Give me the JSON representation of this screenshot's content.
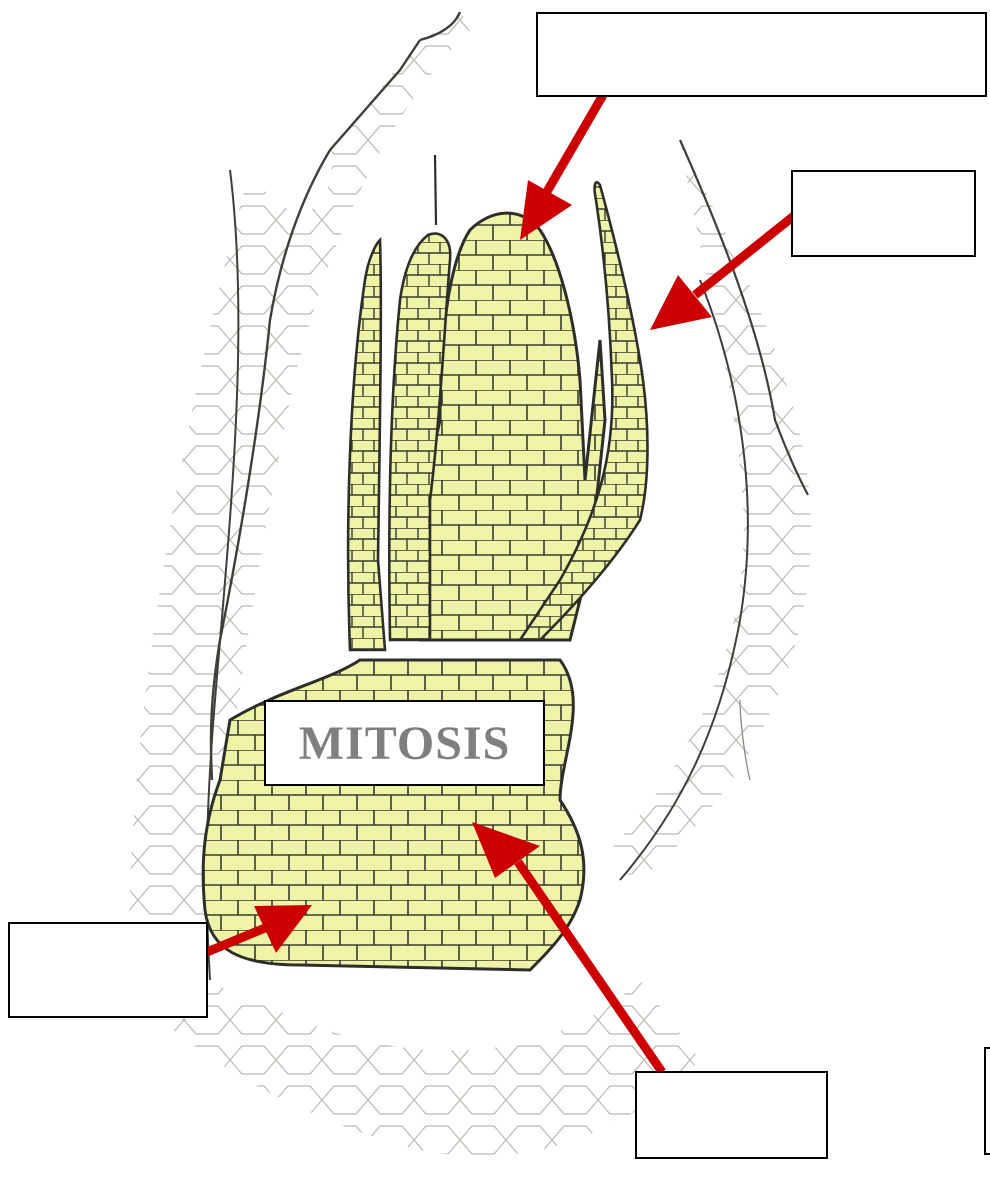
{
  "diagram": {
    "center_label": "MITOSIS",
    "colors": {
      "tissue_fill": "#eef3a8",
      "cell_outline": "#3a3a30",
      "outer_cell_outline": "#9a9a90",
      "arrow": "#cc0000",
      "label_border": "#000000",
      "label_text": "#7f7f7f"
    },
    "blank_labels": [
      {
        "name": "label-box-top",
        "text": ""
      },
      {
        "name": "label-box-upper-right",
        "text": ""
      },
      {
        "name": "label-box-lower-left",
        "text": ""
      },
      {
        "name": "label-box-bottom",
        "text": ""
      },
      {
        "name": "label-box-far-right",
        "text": ""
      }
    ]
  }
}
